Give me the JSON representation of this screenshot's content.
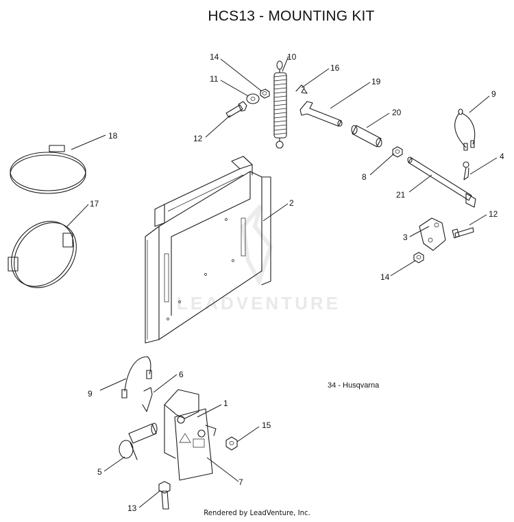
{
  "title": "HCS13 - MOUNTING KIT",
  "brand_note": "34 - Husqvarna",
  "footer": "Rendered by LeadVenture, Inc.",
  "watermark": "LEADVENTURE",
  "callouts": {
    "c14a": "14",
    "c10": "10",
    "c16": "16",
    "c11": "11",
    "c19": "19",
    "c12a": "12",
    "c20": "20",
    "c9a": "9",
    "c18": "18",
    "c4": "4",
    "c8": "8",
    "c21": "21",
    "c2": "2",
    "c17": "17",
    "c12b": "12",
    "c3": "3",
    "c14b": "14",
    "c6": "6",
    "c9b": "9",
    "c1": "1",
    "c15": "15",
    "c5": "5",
    "c7": "7",
    "c13": "13"
  }
}
